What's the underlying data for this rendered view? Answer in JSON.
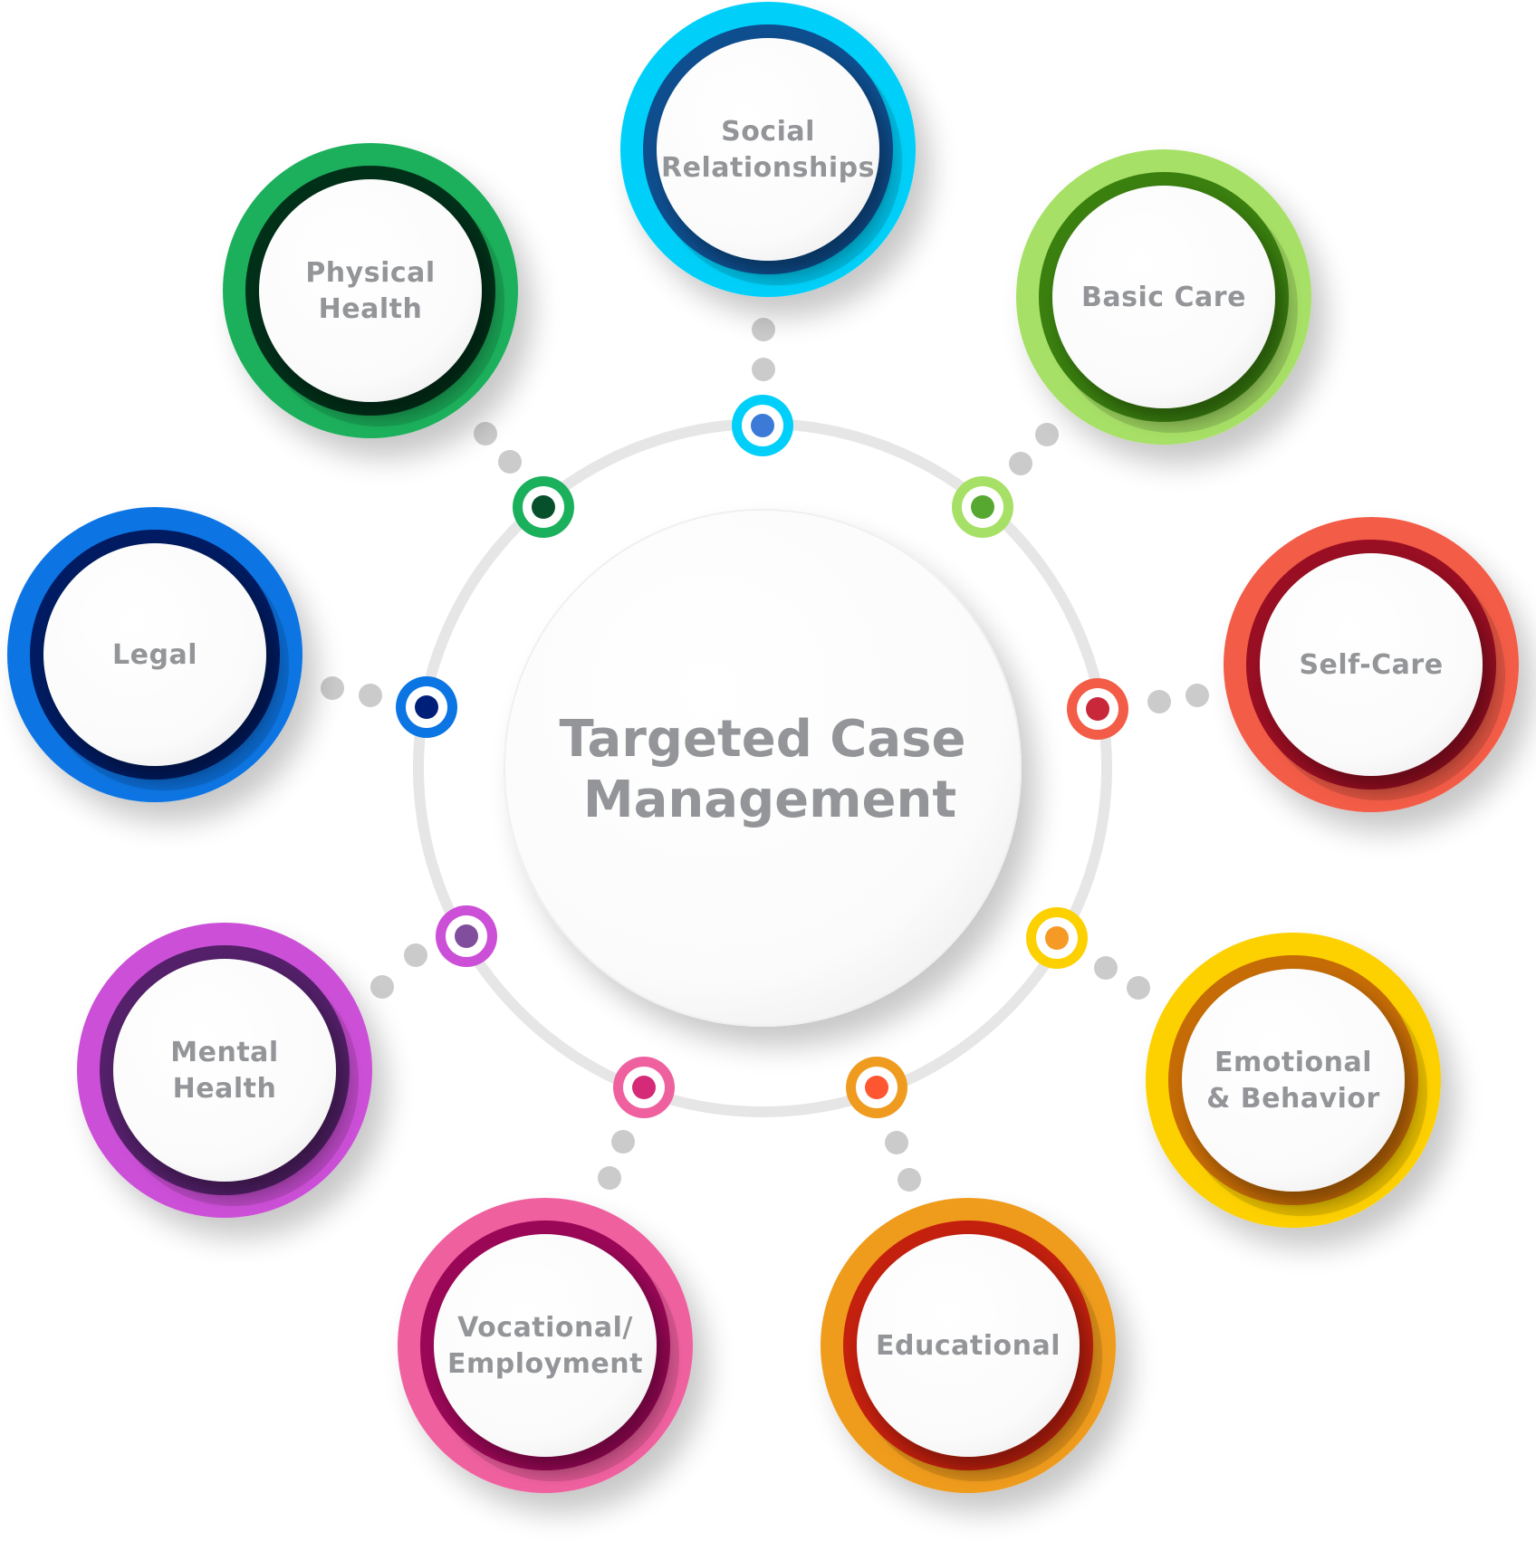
{
  "title": {
    "line1": "Targeted Case",
    "line2": "Management"
  },
  "connector_color": "#cbcbcb",
  "ring_color": "#e6e6e6",
  "label_color": "#939598",
  "nodes": [
    {
      "id": "social-relationships",
      "label_lines": [
        "Social",
        "Relationships"
      ],
      "outer_color": "#00d0f9",
      "inner_color": "#0e4e8f",
      "dot_ring": "#00d0f9",
      "dot_core": "#3b7ad6"
    },
    {
      "id": "basic-care",
      "label_lines": [
        "Basic Care"
      ],
      "outer_color": "#a7e066",
      "inner_color": "#3a800f",
      "dot_ring": "#a7e066",
      "dot_core": "#56a830"
    },
    {
      "id": "self-care",
      "label_lines": [
        "Self-Care"
      ],
      "outer_color": "#f35c46",
      "inner_color": "#990e22",
      "dot_ring": "#f35c46",
      "dot_core": "#c8283a"
    },
    {
      "id": "emotional-behavior",
      "label_lines": [
        "Emotional",
        "& Behavior"
      ],
      "outer_color": "#fdd000",
      "inner_color": "#c66c06",
      "dot_ring": "#fdd000",
      "dot_core": "#f59a25"
    },
    {
      "id": "educational",
      "label_lines": [
        "Educational"
      ],
      "outer_color": "#ef9b1f",
      "inner_color": "#c4200e",
      "dot_ring": "#ef9b1f",
      "dot_core": "#ff5632"
    },
    {
      "id": "vocational-employment",
      "label_lines": [
        "Vocational/",
        "Employment"
      ],
      "outer_color": "#ef609f",
      "inner_color": "#9b0757",
      "dot_ring": "#ef609f",
      "dot_core": "#d42a77"
    },
    {
      "id": "mental-health",
      "label_lines": [
        "Mental",
        "Health"
      ],
      "outer_color": "#cc4fd7",
      "inner_color": "#532069",
      "dot_ring": "#cc4fd7",
      "dot_core": "#814e9e"
    },
    {
      "id": "legal",
      "label_lines": [
        "Legal"
      ],
      "outer_color": "#0a75e3",
      "inner_color": "#001b61",
      "dot_ring": "#0a75e3",
      "dot_core": "#001f79"
    },
    {
      "id": "physical-health",
      "label_lines": [
        "Physical",
        "Health"
      ],
      "outer_color": "#1bb05c",
      "inner_color": "#013019",
      "dot_ring": "#1bb05c",
      "dot_core": "#06502c"
    }
  ]
}
